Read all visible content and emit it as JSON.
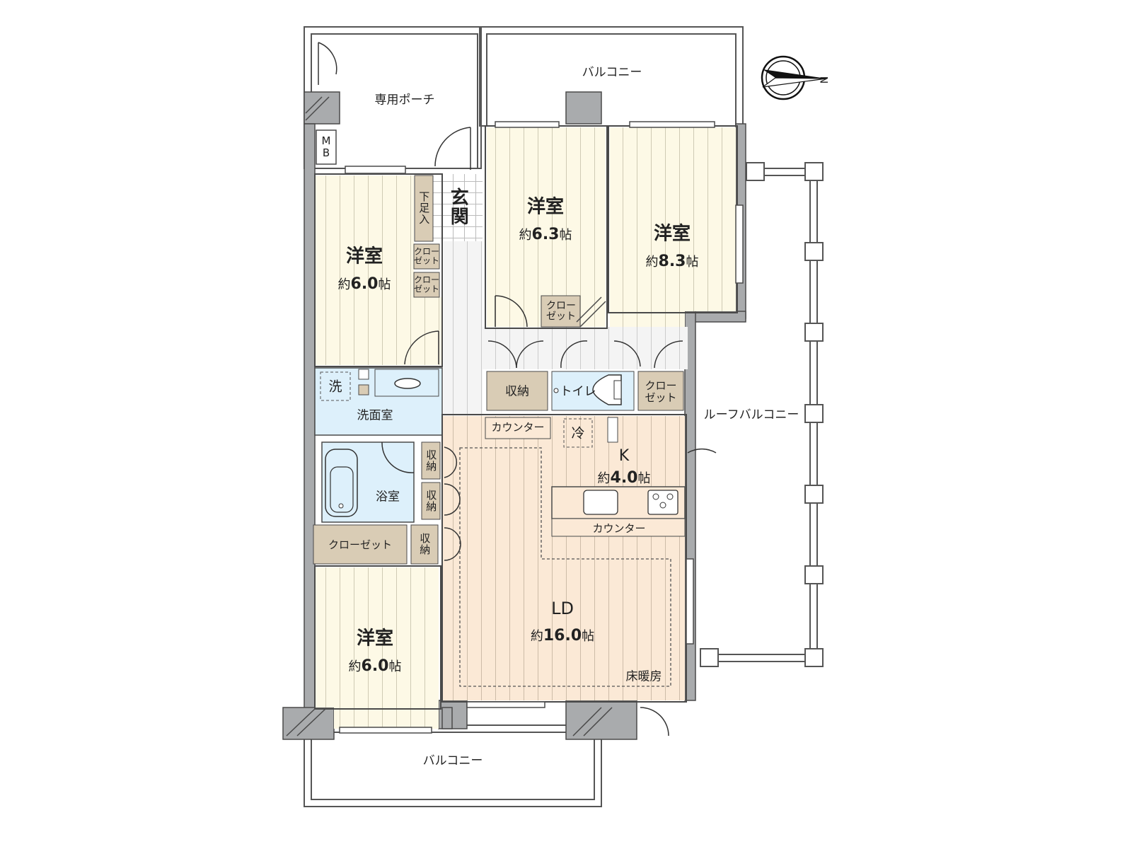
{
  "colors": {
    "bedroom_floor": "#fdf9e6",
    "ldk_floor": "#fbe9d6",
    "wet_area": "#ddf0fb",
    "storage": "#d9ccb5",
    "wall": "#a9abad",
    "outline": "#4a4a4a"
  },
  "compass": {
    "direction_label": "N"
  },
  "exterior": {
    "porch": "専用ポーチ",
    "balcony_top": "バルコニー",
    "balcony_bottom": "バルコニー",
    "roof_balcony": "ルーフバルコニー",
    "meter_box": "M\nB"
  },
  "rooms": {
    "entrance": "玄関",
    "shoe_storage": "下足入",
    "bedroom_nw": {
      "name": "洋室",
      "area_prefix": "約",
      "area": "6.0",
      "unit": "帖"
    },
    "bedroom_n_center": {
      "name": "洋室",
      "area_prefix": "約",
      "area": "6.3",
      "unit": "帖"
    },
    "bedroom_ne": {
      "name": "洋室",
      "area_prefix": "約",
      "area": "8.3",
      "unit": "帖"
    },
    "bedroom_sw": {
      "name": "洋室",
      "area_prefix": "約",
      "area": "6.0",
      "unit": "帖"
    },
    "washroom": "洗面室",
    "washer": "洗",
    "bathroom": "浴室",
    "toilet": "トイレ",
    "kitchen": {
      "name": "K",
      "area_prefix": "約",
      "area": "4.0",
      "unit": "帖"
    },
    "living_dining": {
      "name": "LD",
      "area_prefix": "約",
      "area": "16.0",
      "unit": "帖"
    },
    "floor_heating": "床暖房",
    "fridge": "冷",
    "counter_upper": "カウンター",
    "counter_kitchen": "カウンター"
  },
  "storage": {
    "closet_label": "クロー\nゼット",
    "closet_wide": "クローゼット",
    "storage_label": "収納",
    "storage_vertical": "収納"
  }
}
